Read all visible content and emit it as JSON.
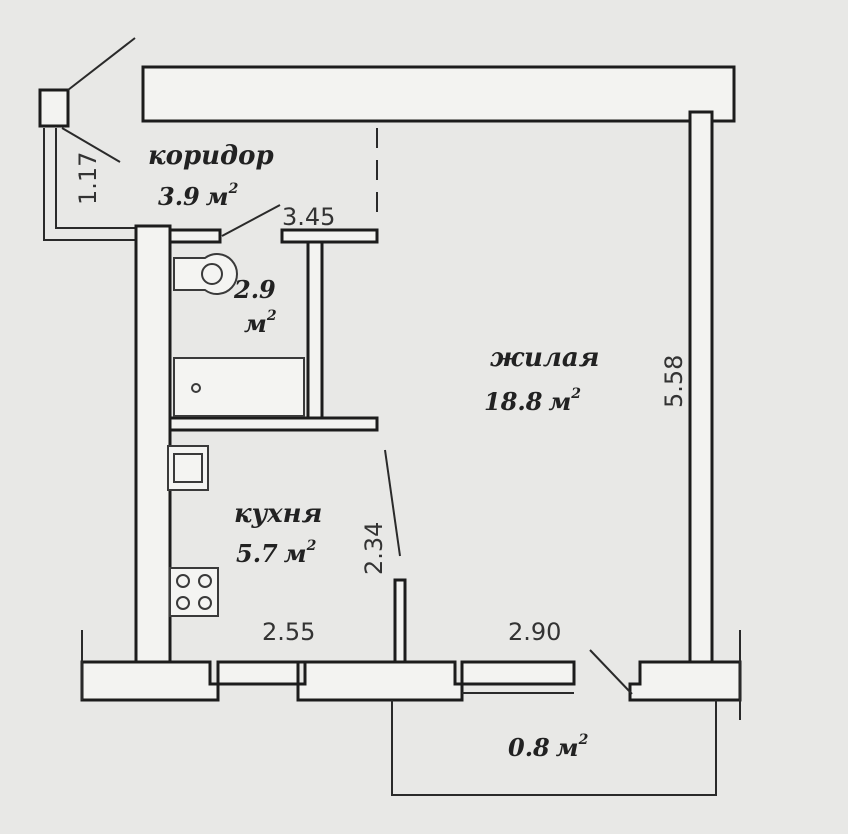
{
  "rooms": {
    "corridor": {
      "name": "коридор",
      "area": "3.9",
      "unit": "м"
    },
    "bathroom": {
      "area": "2.9",
      "unit": "м"
    },
    "living": {
      "name": "жилая",
      "area": "18.8",
      "unit": "м"
    },
    "kitchen": {
      "name": "кухня",
      "area": "5.7",
      "unit": "м"
    },
    "balcony": {
      "area": "0.8",
      "unit": "м"
    }
  },
  "unit_sup": "2",
  "dimensions": {
    "corridor_height": "1.17",
    "corridor_width": "3.45",
    "living_height": "5.58",
    "kitchen_height": "2.34",
    "kitchen_width": "2.55",
    "living_width": "2.90"
  }
}
